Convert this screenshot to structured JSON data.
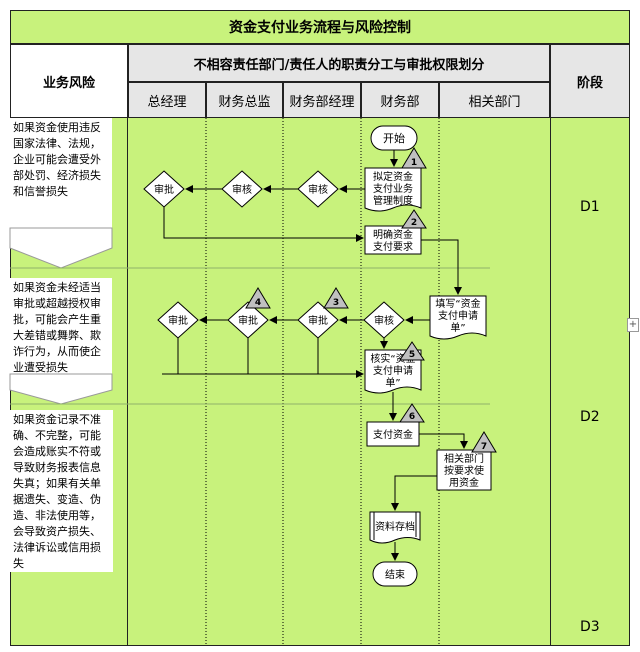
{
  "title": "资金支付业务流程与风险控制",
  "header": {
    "risk_col": "业务风险",
    "duties": "不相容责任部门/责任人的职责分工与审批权限划分",
    "stage_col": "阶段",
    "roles": [
      "总经理",
      "财务总监",
      "财务部经理",
      "财务部",
      "相关部门"
    ]
  },
  "risks": [
    "如果资金使用违反国家法律、法规，企业可能会遭受外部处罚、经济损失和信誉损失",
    "如果资金未经适当审批或超越授权审批，可能会产生重大差错或舞弊、欺诈行为，从而使企业遭受损失",
    "如果资金记录不准确、不完整，可能会造成账实不符或导致财务报表信息失真；如果有关单据遗失、变造、伪造、非法使用等，会导致资产损失、法律诉讼或信用损失"
  ],
  "stages": [
    "D1",
    "D2",
    "D3"
  ],
  "nodes": {
    "start": "开始",
    "n1": "拟定资金支付业务管理制度",
    "n2": "明确资金支付要求",
    "n3": "填写“资金支付申请单”",
    "n5": "核实“资金支付申请单”",
    "n6": "支付资金",
    "n7": "相关部门按要求使用资金",
    "archive": "资料存档",
    "end": "结束",
    "approve": "审批",
    "review": "审核"
  },
  "badges": [
    "1",
    "2",
    "3",
    "4",
    "5",
    "6",
    "7"
  ],
  "edge_handle": "+"
}
